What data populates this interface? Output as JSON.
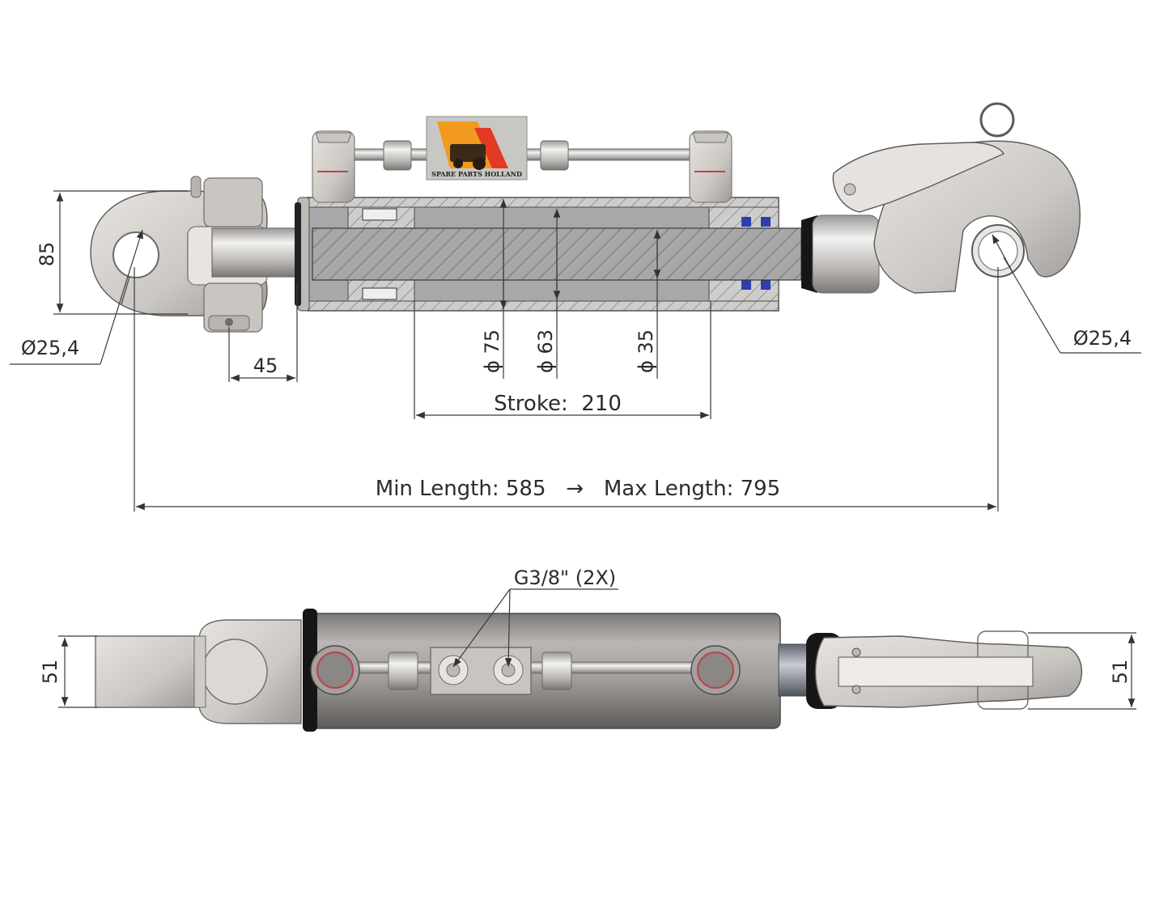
{
  "logo": {
    "text": "SPARE PARTS HOLLAND",
    "colors": {
      "orange": "#f29a1e",
      "red": "#e23a24",
      "bg": "#c9c7c3"
    }
  },
  "dimensions": {
    "eye_height": "85",
    "left_bore": "Ø25,4",
    "right_bore": "Ø25,4",
    "clevis_length": "45",
    "outer_diameter": "ϕ 75",
    "bore_diameter": "ϕ 63",
    "rod_diameter": "ϕ 35",
    "stroke": "Stroke:  210",
    "length": "Min Length: 585   →   Max Length: 795",
    "port": "G3/8\" (2X)",
    "left_width": "51",
    "right_width": "51"
  },
  "colors": {
    "steel_light": "#d9d6d2",
    "steel_mid": "#a9a6a3",
    "steel_dark": "#6f6c6a",
    "hatch": "#555555",
    "seal_blue": "#2d3fae",
    "oring_red": "#c0404a",
    "black": "#161616"
  }
}
